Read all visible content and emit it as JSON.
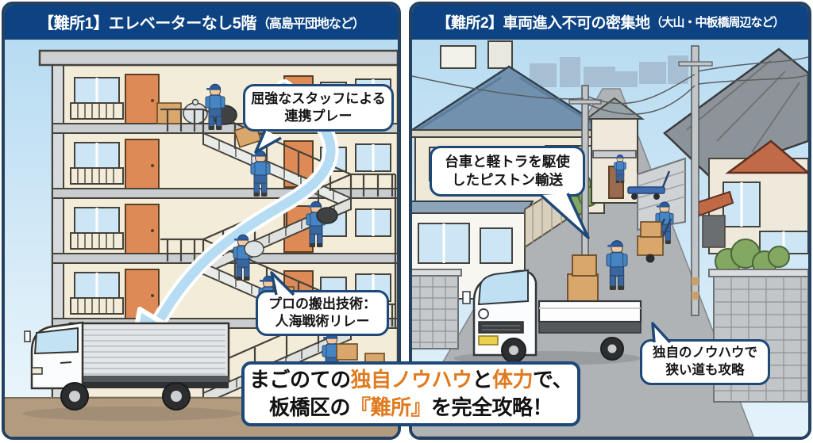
{
  "colors": {
    "header_bg": "#0d4383",
    "panel_border": "#24425f",
    "bubble_border": "#1d4878",
    "accent_orange": "#e07a1f",
    "text_dark": "#151515",
    "sky_top": "#b7dbf1",
    "building_cream": "#f3ecd9",
    "door_orange": "#de8a57",
    "uniform_blue": "#4585c4",
    "arrow_blue": "#b5dcf3",
    "ground_tan": "#b29b7f",
    "road_gray": "#b0b3b6"
  },
  "panels": [
    {
      "header_main": "【難所1】エレベーターなし5階",
      "header_note": "（高島平団地など）"
    },
    {
      "header_main": "【難所2】車両進入不可の密集地",
      "header_note": "（大山・中板橋周辺など）"
    }
  ],
  "callouts": [
    {
      "id": "teamwork",
      "lines": [
        "屈強なスタッフによる",
        "連携プレー"
      ]
    },
    {
      "id": "relay",
      "lines": [
        "プロの搬出技術：",
        "人海戦術リレー"
      ]
    },
    {
      "id": "piston",
      "lines": [
        "台車と軽トラを駆使",
        "したピストン輸送"
      ]
    },
    {
      "id": "knowhow",
      "lines": [
        "独自のノウハウで",
        "狭い道も攻略"
      ]
    }
  ],
  "banner": {
    "line1": [
      {
        "text": "まごのての",
        "accent": false
      },
      {
        "text": "独自ノウハウ",
        "accent": true
      },
      {
        "text": "と",
        "accent": false
      },
      {
        "text": "体力",
        "accent": true
      },
      {
        "text": "で、",
        "accent": false
      }
    ],
    "line2": [
      {
        "text": "板橋区の",
        "accent": false
      },
      {
        "text": "『難所』",
        "accent": true
      },
      {
        "text": "を完全攻略！",
        "accent": false
      }
    ]
  }
}
